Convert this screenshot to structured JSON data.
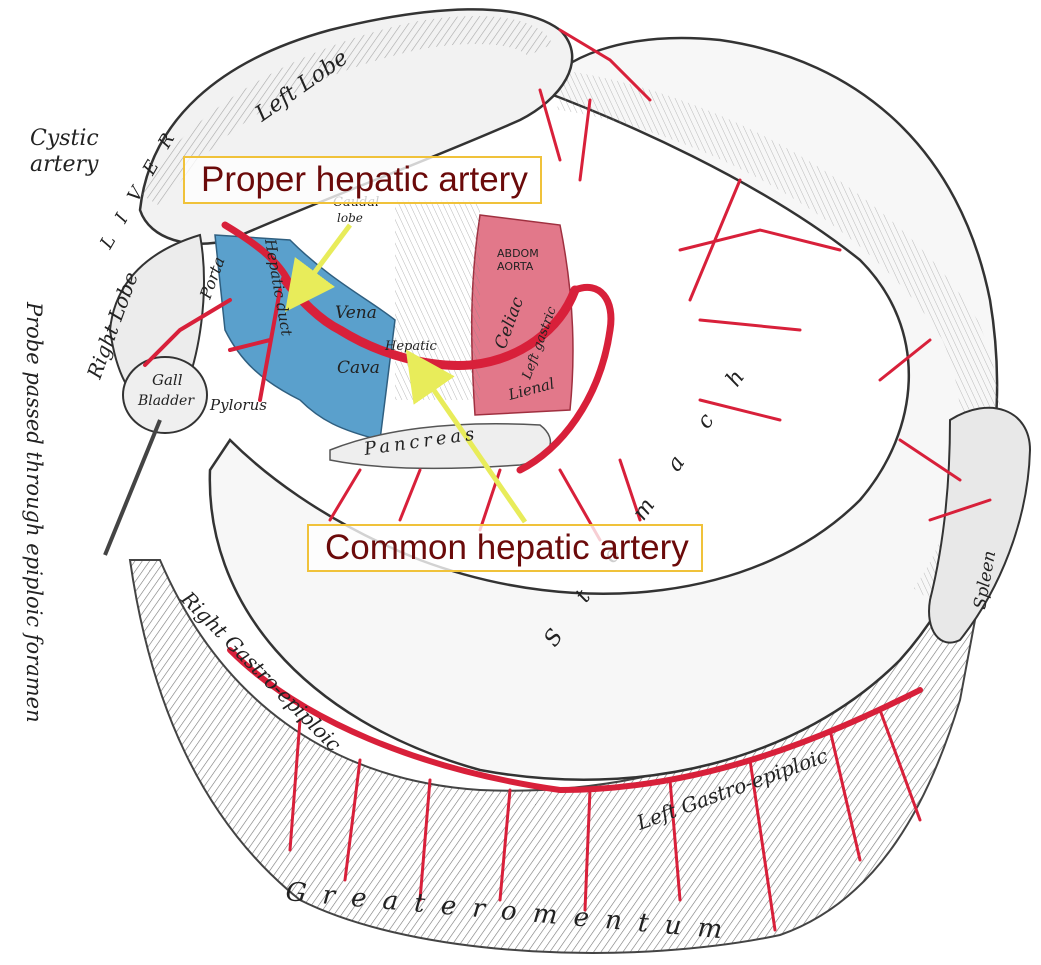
{
  "callouts": {
    "proper": "Proper hepatic artery",
    "common": "Common hepatic artery"
  },
  "labels": {
    "cystic_line1": "Cystic",
    "cystic_line2": "artery",
    "liver": "L I V E R",
    "left_lobe": "Left Lobe",
    "right_lobe": "Right Lobe",
    "porta": "Porta",
    "gall_line1": "Gall",
    "gall_line2": "Bladder",
    "pylorus": "Pylorus",
    "hepatic_duct": "Hepatic duct",
    "vena": "Vena",
    "cava": "Cava",
    "caudal_line1": "Caudal",
    "caudal_line2": "lobe",
    "abdom_line1": "ABDOM",
    "abdom_line2": "AORTA",
    "celiac": "Celiac",
    "left_gastric": "Left gastric",
    "lienal": "Lienal",
    "hepatic": "Hepatic",
    "pancreas": "Pancreas",
    "spleen": "Spleen",
    "stomach": "S t o m a c h",
    "right_gastro": "Right Gastro-epiploic",
    "left_gastro": "Left Gastro-epiploic",
    "greater_omentum": "G r e a t e r   o m e n t u m",
    "probe": "Probe passed through epiploic foramen"
  },
  "colors": {
    "artery": "#d8203a",
    "vein": "#5aa0cc",
    "aorta": "#e2788a",
    "arrow": "#e8ec5a",
    "callout_border": "#f0c23a",
    "callout_text": "#6b0a0a",
    "ink": "#222222"
  }
}
